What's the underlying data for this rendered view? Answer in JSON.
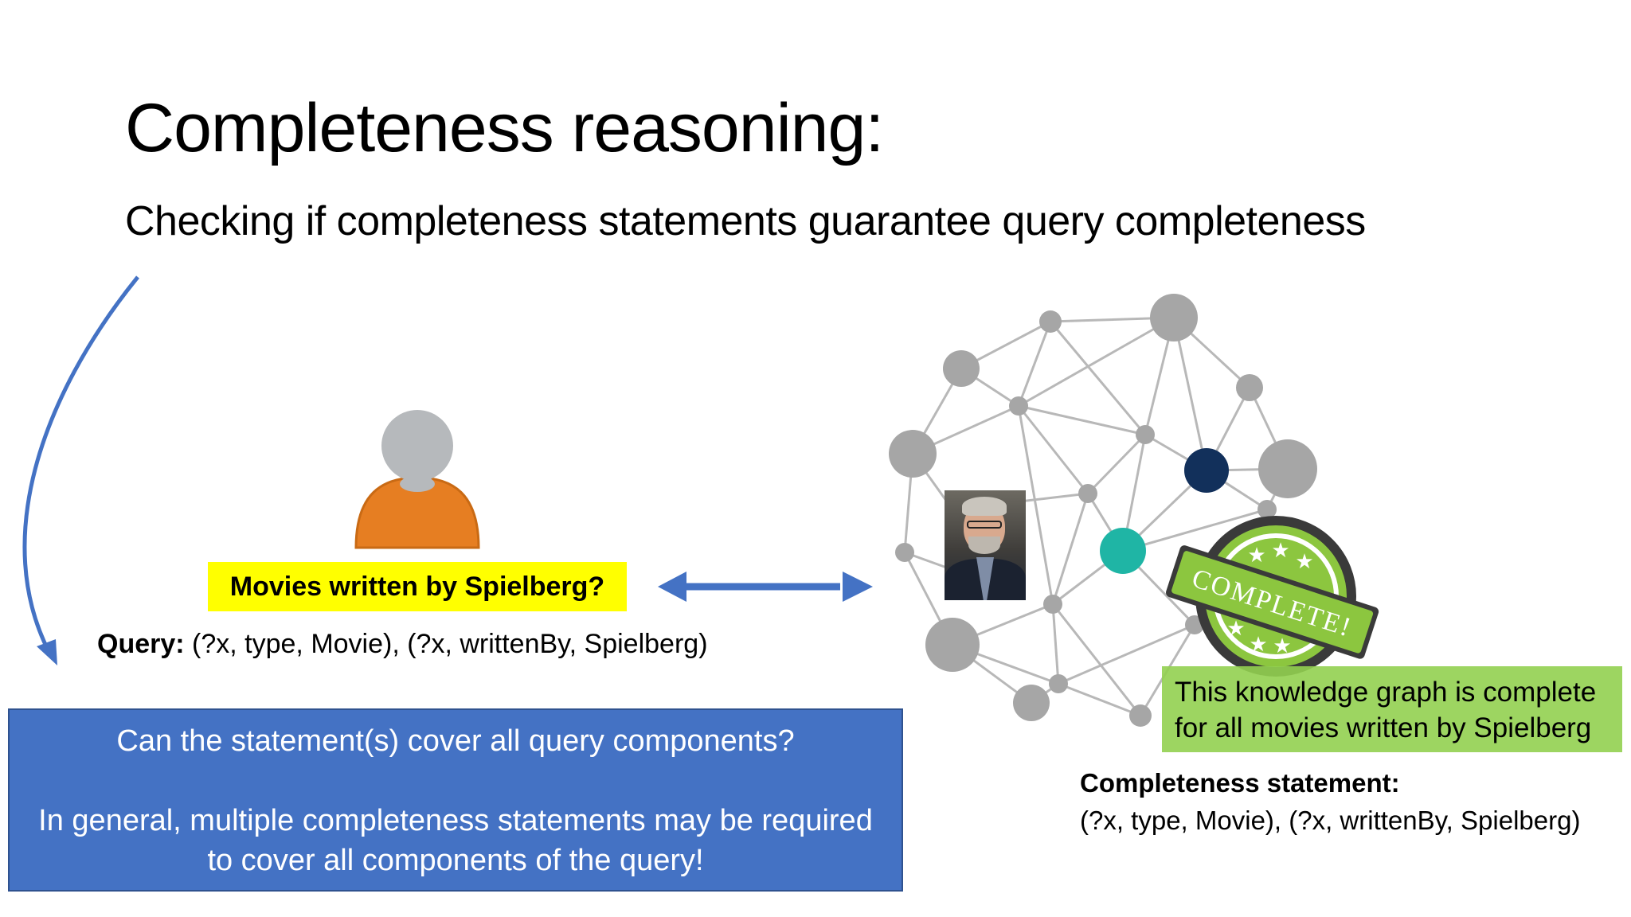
{
  "slide": {
    "title": "Completeness reasoning:",
    "subtitle": "Checking if completeness statements guarantee query completeness"
  },
  "user_question": {
    "label": "Movies written by Spielberg?",
    "highlight_color": "#ffff00"
  },
  "query": {
    "prefix": "Query:",
    "text": " (?x, type, Movie), (?x, writtenBy, Spielberg)"
  },
  "reasoning_box": {
    "line1": "Can the statement(s) cover all query components?",
    "line2": "In general, multiple completeness statements may be required",
    "line3": "to cover all components of the query!",
    "color": "#4472c4"
  },
  "knowledge_graph": {
    "stamp_text": "COMPLETE!",
    "note_line1": "This knowledge graph is complete",
    "note_line2": "for all movies written by Spielberg",
    "note_color": "#92d050"
  },
  "completeness_statement": {
    "title": "Completeness statement:",
    "value": "(?x, type, Movie), (?x, writtenBy, Spielberg)"
  },
  "colors": {
    "arrow": "#4472c4",
    "user_body": "#e67e22",
    "node_gray": "#a6a6a6",
    "node_navy": "#12305b",
    "node_teal": "#1fb5a5",
    "stamp_green": "#8cc63f"
  },
  "icons": {
    "user": "person-icon",
    "double_arrow": "double-arrow-icon",
    "curved_arrow": "curved-arrow-icon",
    "stamp": "complete-stamp-icon"
  }
}
